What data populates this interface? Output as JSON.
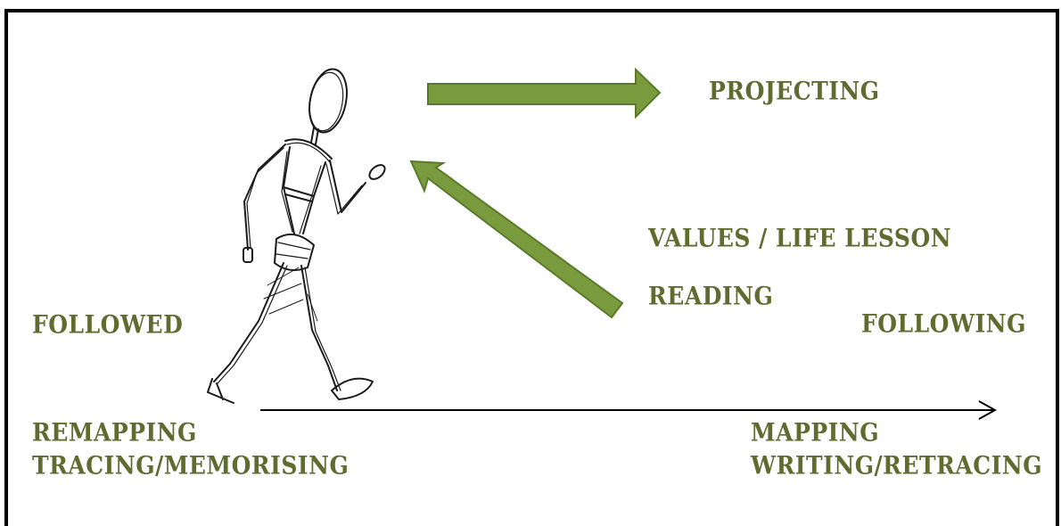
{
  "labels": {
    "projecting": "PROJECTING",
    "values_life_lesson": "VALUES / LIFE LESSON",
    "reading": "READING",
    "followed": "FOLLOWED",
    "following": "FOLLOWING",
    "remapping": "REMAPPING",
    "tracing_memorising": "TRACING/MEMORISING",
    "mapping": "MAPPING",
    "writing_retracing": "WRITING/RETRACING"
  },
  "colors": {
    "label_text": "#5f6b2f",
    "arrow_fill": "#7a9a3e",
    "arrow_stroke": "#5a7a2a",
    "line": "#000000"
  }
}
